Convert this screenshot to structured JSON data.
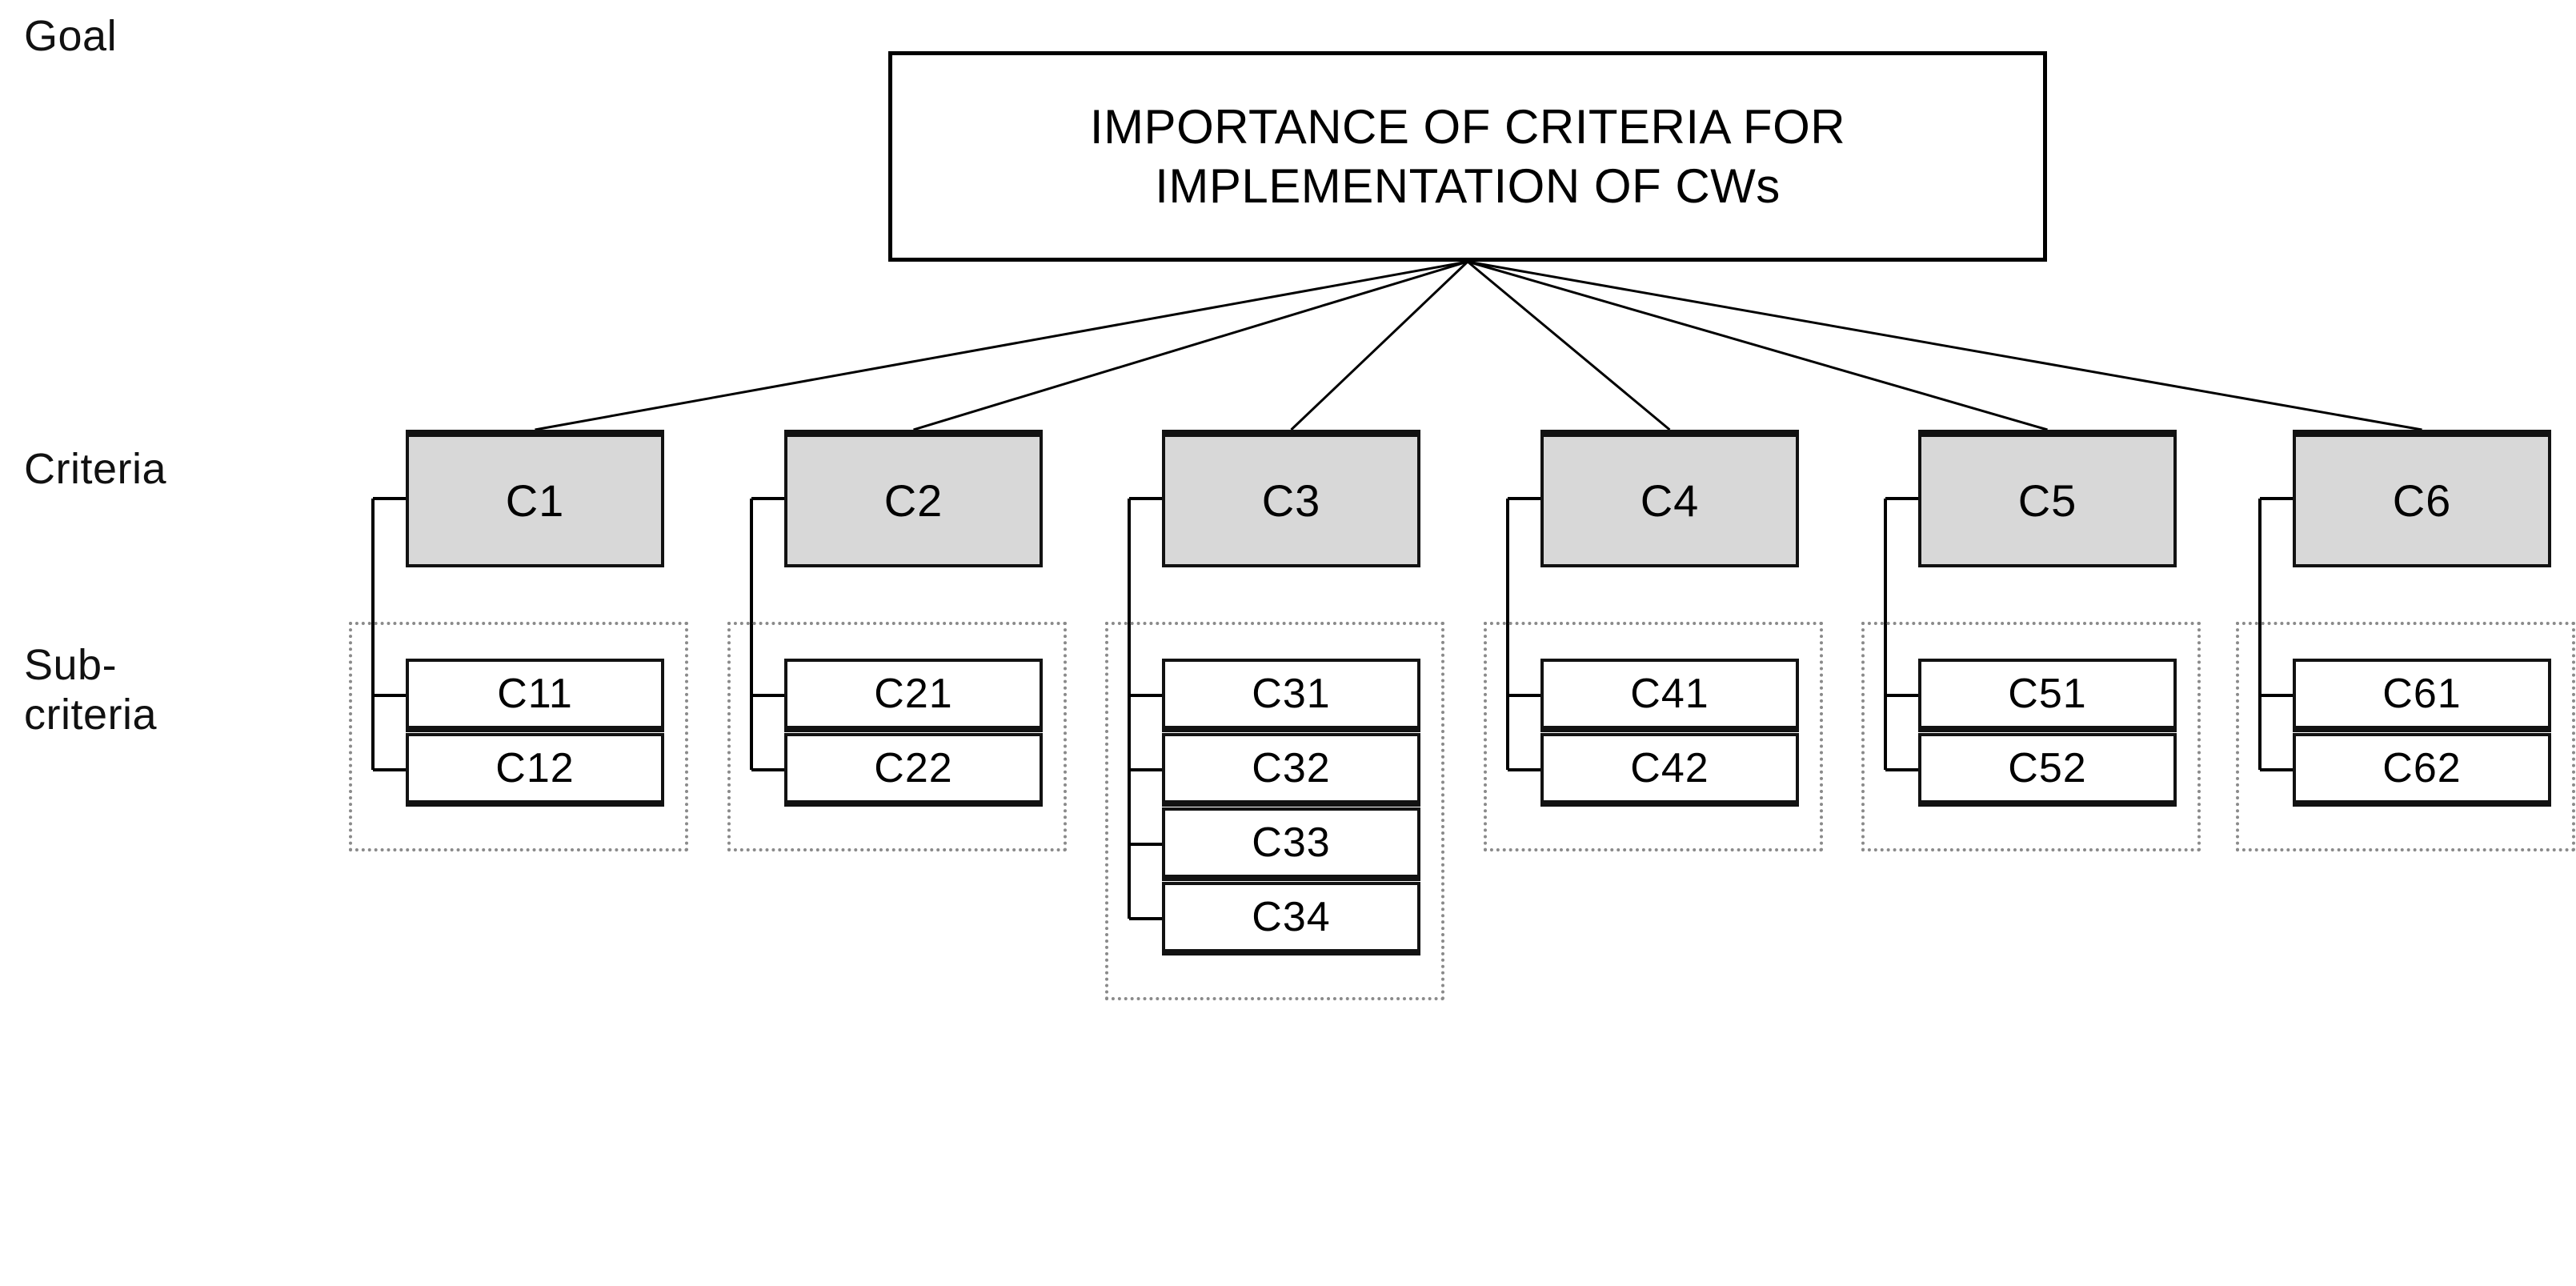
{
  "diagram": {
    "type": "ahp-hierarchy-tree",
    "row_labels": {
      "goal": "Goal",
      "criteria": "Criteria",
      "subcriteria": "Sub-\ncriteria"
    },
    "goal": {
      "title": "IMPORTANCE OF CRITERIA FOR IMPLEMENTATION OF CWs"
    },
    "colors": {
      "criteria_fill": "#d8d8d8",
      "subcriteria_fill": "#ffffff",
      "border": "#121212",
      "dotted_group_border": "#8a8a8a",
      "background": "#ffffff",
      "link": "#000000"
    },
    "criteria": [
      {
        "label": "C1",
        "subcriteria": [
          {
            "label": "C11"
          },
          {
            "label": "C12"
          }
        ]
      },
      {
        "label": "C2",
        "subcriteria": [
          {
            "label": "C21"
          },
          {
            "label": "C22"
          }
        ]
      },
      {
        "label": "C3",
        "subcriteria": [
          {
            "label": "C31"
          },
          {
            "label": "C32"
          },
          {
            "label": "C33"
          },
          {
            "label": "C34"
          }
        ]
      },
      {
        "label": "C4",
        "subcriteria": [
          {
            "label": "C41"
          },
          {
            "label": "C42"
          }
        ]
      },
      {
        "label": "C5",
        "subcriteria": [
          {
            "label": "C51"
          },
          {
            "label": "C52"
          }
        ]
      },
      {
        "label": "C6",
        "subcriteria": [
          {
            "label": "C61"
          },
          {
            "label": "C62"
          }
        ]
      }
    ]
  }
}
